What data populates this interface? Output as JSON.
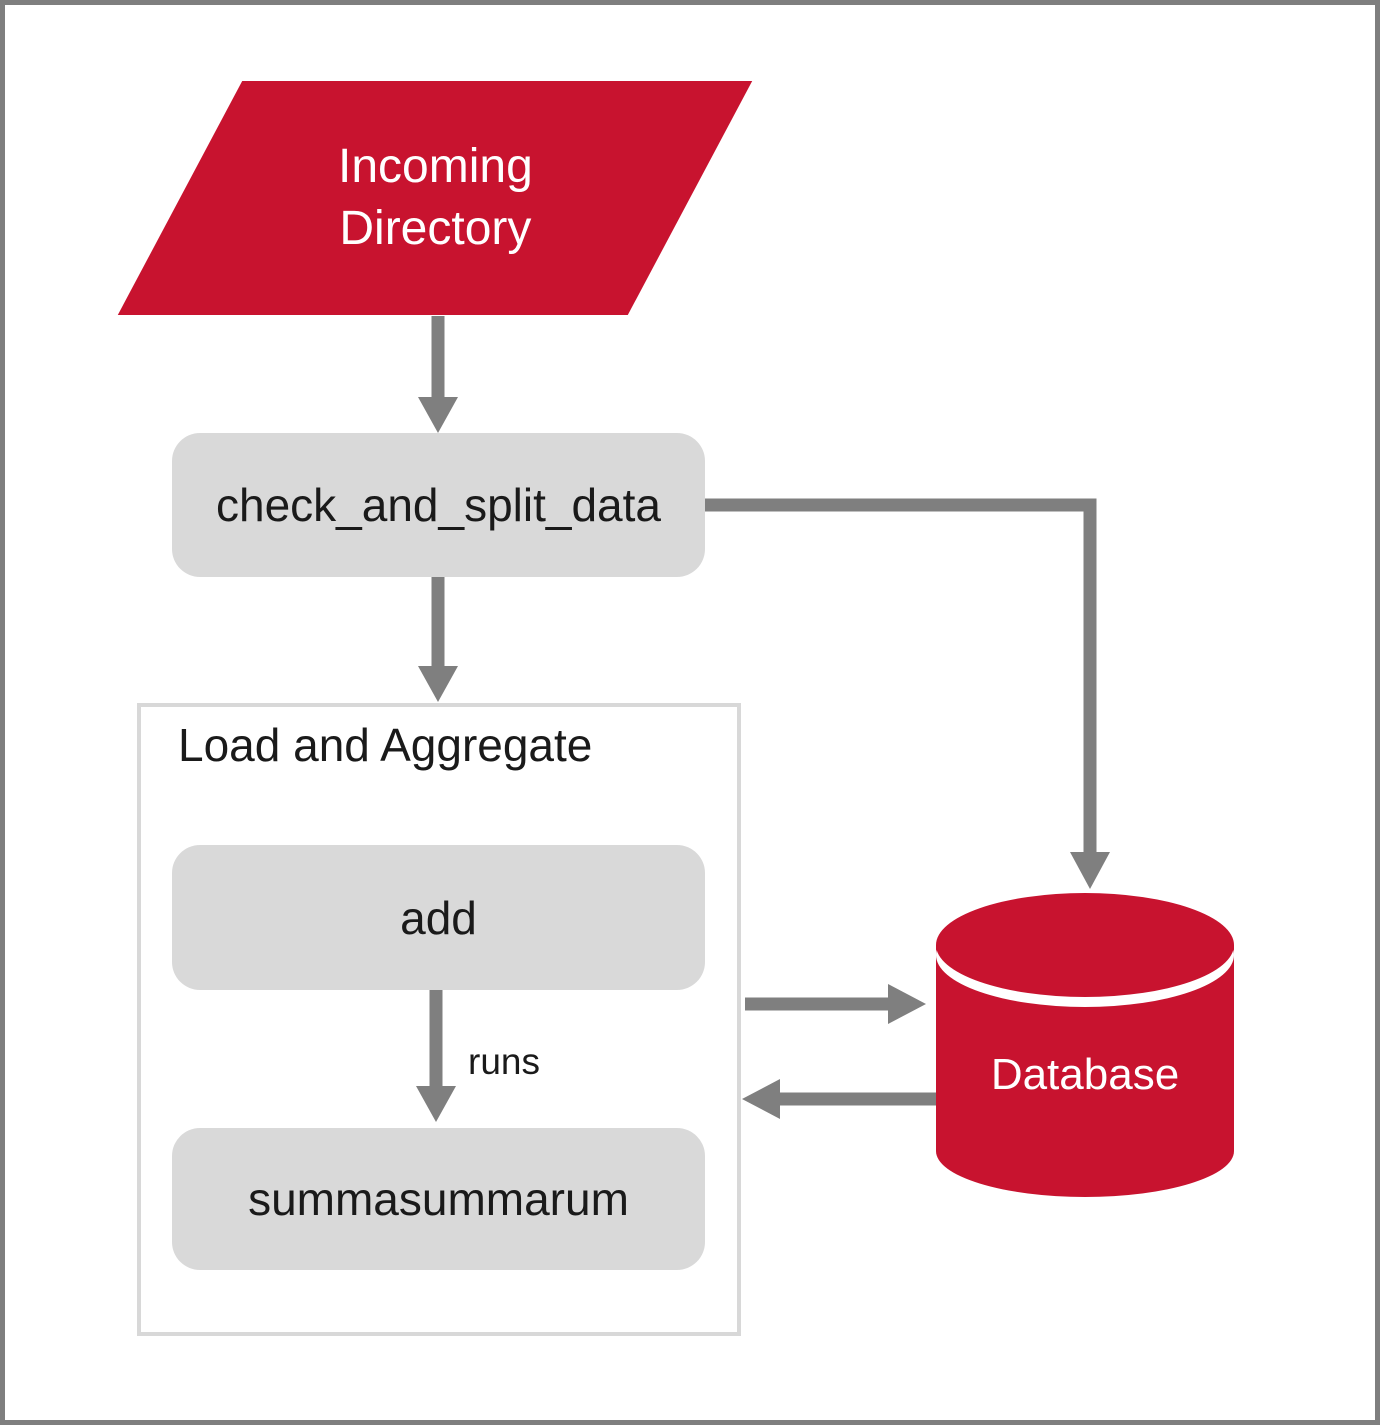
{
  "nodes": {
    "incoming_directory": {
      "label": "Incoming\nDirectory"
    },
    "check_and_split_data": {
      "label": "check_and_split_data"
    },
    "load_and_aggregate_group": {
      "title": "Load and Aggregate"
    },
    "add": {
      "label": "add"
    },
    "summasummarum": {
      "label": "summasummarum"
    },
    "database": {
      "label": "Database"
    }
  },
  "edges": {
    "incoming_to_check": {
      "from": "incoming_directory",
      "to": "check_and_split_data",
      "label": ""
    },
    "check_to_group": {
      "from": "check_and_split_data",
      "to": "load_and_aggregate_group",
      "label": ""
    },
    "check_to_database": {
      "from": "check_and_split_data",
      "to": "database",
      "label": ""
    },
    "add_to_summasummarum": {
      "from": "add",
      "to": "summasummarum",
      "label": "runs"
    },
    "group_to_database": {
      "from": "load_and_aggregate_group",
      "to": "database",
      "label": ""
    },
    "database_to_group": {
      "from": "database",
      "to": "load_and_aggregate_group",
      "label": ""
    }
  },
  "colors": {
    "accent_red": "#C8132F",
    "node_gray": "#D9D9D9",
    "arrow_gray": "#7F7F7F",
    "group_border_gray": "#D8D8D8",
    "outer_border_gray": "#7F7F7F",
    "text_dark": "#1A1A1A",
    "text_light": "#FFFFFF"
  }
}
